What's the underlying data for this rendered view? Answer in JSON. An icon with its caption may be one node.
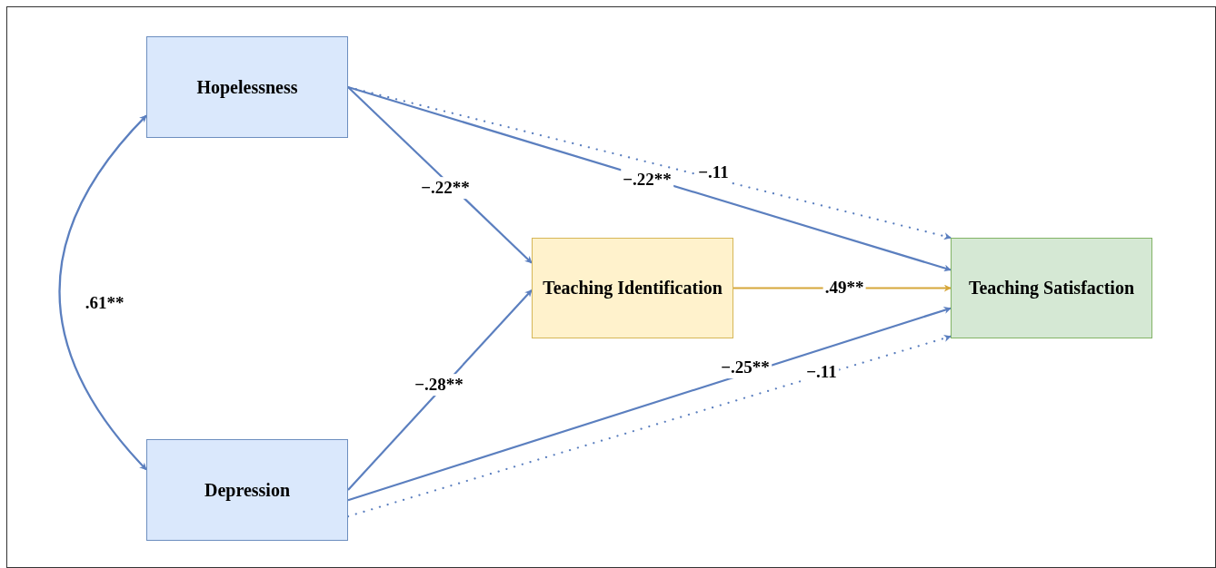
{
  "diagram": {
    "nodes": [
      {
        "text": [
          "Hopelessness"
        ]
      },
      {
        "text": [
          "Teaching Identification"
        ]
      },
      {
        "text": [
          "Teaching Satisfaction"
        ]
      },
      {
        "text": [
          "Depression"
        ]
      }
    ],
    "edges": [
      {
        "from": 0,
        "to": 3,
        "arrow": "both",
        "label": ".61**"
      },
      {
        "from": 0,
        "to": 1,
        "arrow": "to",
        "label": "−.22**"
      },
      {
        "from": 0,
        "to": 2,
        "arrow": "to",
        "label": "−.22**"
      },
      {
        "from": 0,
        "to": 2,
        "arrow": "to",
        "label": "−.11",
        "style": "dashed"
      },
      {
        "from": 1,
        "to": 2,
        "arrow": "to",
        "label": ".49**",
        "color": "#d6a73a"
      },
      {
        "from": 3,
        "to": 1,
        "arrow": "to",
        "label": "−.28**"
      },
      {
        "from": 3,
        "to": 2,
        "arrow": "to",
        "label": "−.25**"
      },
      {
        "from": 3,
        "to": 2,
        "arrow": "to",
        "label": "−.11",
        "style": "dashed"
      }
    ]
  }
}
